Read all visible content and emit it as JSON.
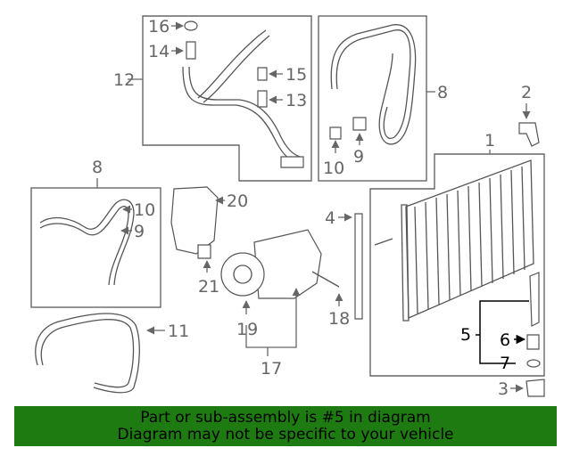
{
  "labels": {
    "l1": "1",
    "l2": "2",
    "l3": "3",
    "l4": "4",
    "l5": "5",
    "l6": "6",
    "l7": "7",
    "l8a": "8",
    "l8b": "8",
    "l9a": "9",
    "l9b": "9",
    "l10a": "10",
    "l10b": "10",
    "l11": "11",
    "l12": "12",
    "l13": "13",
    "l14": "14",
    "l15": "15",
    "l16": "16",
    "l17": "17",
    "l18": "18",
    "l19": "19",
    "l20": "20",
    "l21": "21"
  },
  "banner": {
    "line1": "Part or sub-assembly is #5 in diagram",
    "line2": "Diagram may not be specific to your vehicle"
  },
  "colors": {
    "banner_bg": "#1e7b11",
    "label_gray": "#666666",
    "highlight": "#000000"
  }
}
